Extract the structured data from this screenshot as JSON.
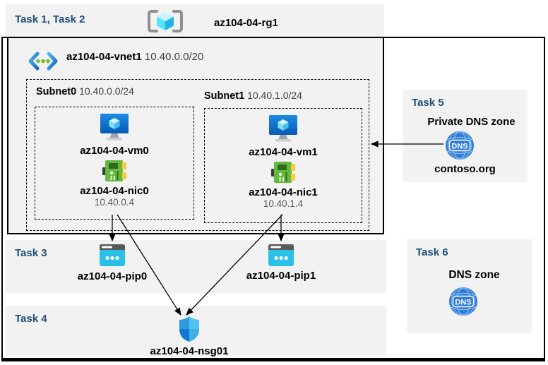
{
  "colors": {
    "band-bg": "#F2F2F2",
    "task-color": "#1F4E79",
    "muted": "#404040",
    "ip-color": "#595959",
    "accent_cyan": "#2BC0E8",
    "accent_green": "#63BA3C",
    "accent_blue": "#1583DC",
    "dns_blue": "#2F7CD6"
  },
  "resource_group_band": {
    "task_label": "Task 1, Task 2",
    "rg_name": "az104-04-rg1"
  },
  "vnet": {
    "name": "az104-04-vnet1",
    "cidr": "10.40.0.0/20",
    "subnets": [
      {
        "name": "Subnet0",
        "cidr": "10.40.0.0/24",
        "vm": "az104-04-vm0",
        "nic": "az104-04-nic0",
        "ip": "10.40.0.4"
      },
      {
        "name": "Subnet1",
        "cidr": "10.40.1.0/24",
        "vm": "az104-04-vm1",
        "nic": "az104-04-nic1",
        "ip": "10.40.1.4"
      }
    ]
  },
  "task3": {
    "label": "Task 3",
    "pips": [
      "az104-04-pip0",
      "az104-04-pip1"
    ]
  },
  "task4": {
    "label": "Task 4",
    "nsg": "az104-04-nsg01"
  },
  "task5": {
    "label": "Task 5",
    "title": "Private DNS zone",
    "zone": "contoso.org",
    "icon_text": "DNS"
  },
  "task6": {
    "label": "Task 6",
    "title": "DNS zone",
    "icon_text": "DNS"
  }
}
